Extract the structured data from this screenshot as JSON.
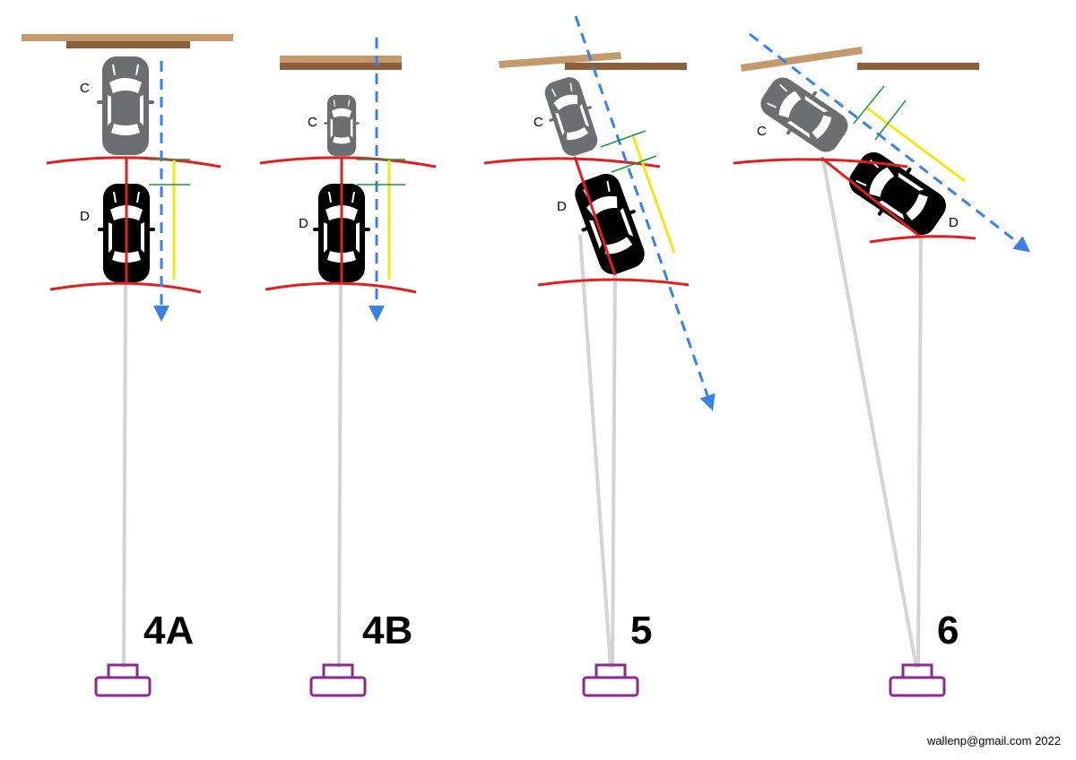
{
  "panels": [
    {
      "id": "4A",
      "label": "4A",
      "car_c_label": "C",
      "car_d_label": "D"
    },
    {
      "id": "4B",
      "label": "4B",
      "car_c_label": "C",
      "car_d_label": "D"
    },
    {
      "id": "5",
      "label": "5",
      "car_c_label": "C",
      "car_d_label": "D"
    },
    {
      "id": "6",
      "label": "6",
      "car_c_label": "C",
      "car_d_label": "D"
    }
  ],
  "credit": "wallenp@gmail.com 2022",
  "colors": {
    "far_board": "#c49a6c",
    "near_board": "#8b5e3c",
    "car_c": "#6d6e71",
    "car_d": "#000000",
    "arc": "#e02020",
    "direction_arrow": "#3b82e8",
    "measure_yellow": "#f5e61a",
    "tick_green": "#1a9a3a",
    "sight_line": "#d4d4d4",
    "camera": "#8e2a8e"
  },
  "icons": {
    "car": "car-top-view-icon",
    "camera": "camera-icon",
    "arrow": "dashed-arrow-icon"
  }
}
